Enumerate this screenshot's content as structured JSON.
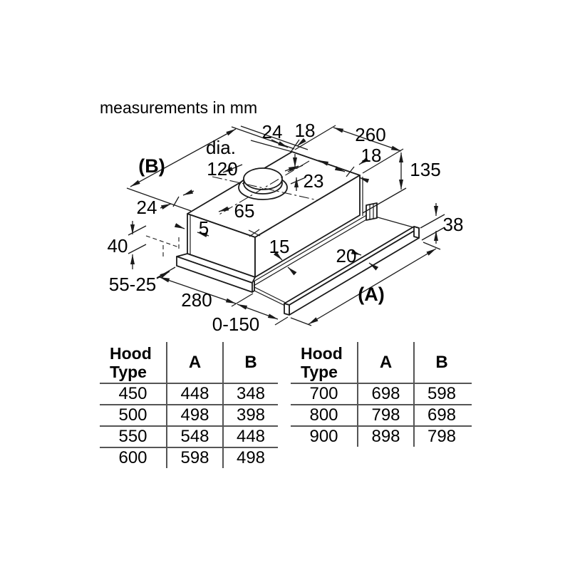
{
  "page": {
    "title": "measurements in mm"
  },
  "diagram": {
    "labels": {
      "overall_b": "(B)",
      "overall_a": "(A)",
      "top_24": "24",
      "top_18": "18",
      "depth_260": "260",
      "edge_18": "18",
      "height_135": "135",
      "dia_word": "dia.",
      "dia_value": "120",
      "collar_23": "23",
      "center_65": "65",
      "back_24": "24",
      "lip_5": "5",
      "adjust_40": "40",
      "adjust_range": "55-25",
      "housing_280": "280",
      "pullout_range": "0-150",
      "rail_15": "15",
      "bar_20": "20",
      "bar_38": "38"
    }
  },
  "tables": [
    {
      "headers": {
        "col1": "Hood Type",
        "col2": "A",
        "col3": "B"
      },
      "rows": [
        [
          "450",
          "448",
          "348"
        ],
        [
          "500",
          "498",
          "398"
        ],
        [
          "550",
          "548",
          "448"
        ],
        [
          "600",
          "598",
          "498"
        ]
      ]
    },
    {
      "headers": {
        "col1": "Hood Type",
        "col2": "A",
        "col3": "B"
      },
      "rows": [
        [
          "700",
          "698",
          "598"
        ],
        [
          "800",
          "798",
          "698"
        ],
        [
          "900",
          "898",
          "798"
        ]
      ]
    }
  ]
}
